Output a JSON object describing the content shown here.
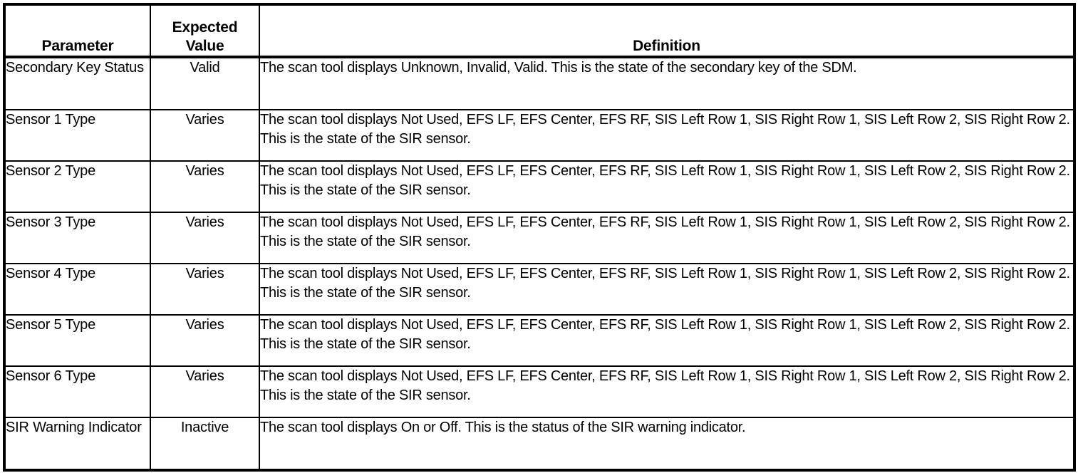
{
  "table": {
    "columns": [
      {
        "key": "parameter",
        "label": "Parameter"
      },
      {
        "key": "expected_value",
        "label": "Expected\nValue"
      },
      {
        "key": "definition",
        "label": "Definition"
      }
    ],
    "rows": [
      {
        "parameter": "Secondary Key Status",
        "expected_value": "Valid",
        "definition": "The scan tool displays Unknown, Invalid, Valid. This is the state of the secondary key of the SDM."
      },
      {
        "parameter": "Sensor 1 Type",
        "expected_value": "Varies",
        "definition": "The scan tool displays Not Used, EFS LF, EFS Center, EFS RF, SIS Left Row 1, SIS Right Row 1, SIS Left Row 2, SIS Right Row 2. This is the state of the SIR sensor."
      },
      {
        "parameter": "Sensor 2 Type",
        "expected_value": "Varies",
        "definition": "The scan tool displays Not Used, EFS LF, EFS Center, EFS RF, SIS Left Row 1, SIS Right Row 1, SIS Left Row 2, SIS Right Row 2. This is the state of the SIR sensor."
      },
      {
        "parameter": "Sensor 3 Type",
        "expected_value": "Varies",
        "definition": "The scan tool displays Not Used, EFS LF, EFS Center, EFS RF, SIS Left Row 1, SIS Right Row 1, SIS Left Row 2, SIS Right Row 2. This is the state of the SIR sensor."
      },
      {
        "parameter": "Sensor 4 Type",
        "expected_value": "Varies",
        "definition": "The scan tool displays Not Used, EFS LF, EFS Center, EFS RF, SIS Left Row 1, SIS Right Row 1, SIS Left Row 2, SIS Right Row 2. This is the state of the SIR sensor."
      },
      {
        "parameter": "Sensor 5 Type",
        "expected_value": "Varies",
        "definition": "The scan tool displays Not Used, EFS LF, EFS Center, EFS RF, SIS Left Row 1, SIS Right Row 1, SIS Left Row 2, SIS Right Row 2. This is the state of the SIR sensor."
      },
      {
        "parameter": "Sensor 6 Type",
        "expected_value": "Varies",
        "definition": "The scan tool displays Not Used, EFS LF, EFS Center, EFS RF, SIS Left Row 1, SIS Right Row 1, SIS Left Row 2, SIS Right Row 2. This is the state of the SIR sensor."
      },
      {
        "parameter": "SIR Warning Indicator",
        "expected_value": "Inactive",
        "definition": "The scan tool displays On or Off. This is the status of the SIR warning indicator."
      }
    ]
  },
  "colors": {
    "border": "#000000",
    "text": "#000000",
    "background": "#ffffff"
  }
}
